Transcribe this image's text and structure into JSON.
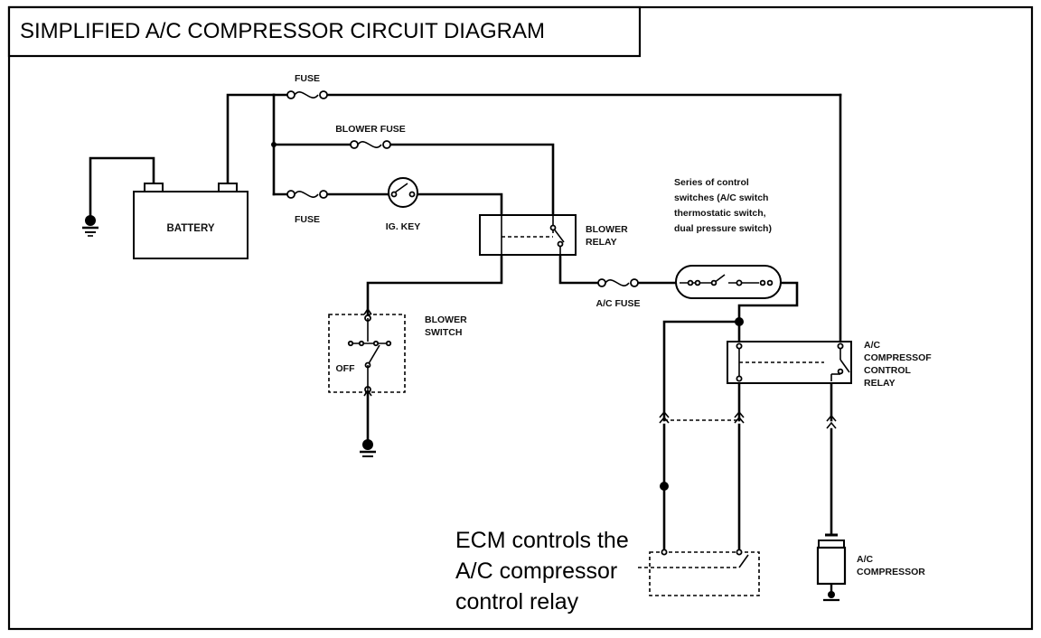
{
  "title": "SIMPLIFIED A/C COMPRESSOR CIRCUIT DIAGRAM",
  "labels": {
    "fuse_top": "FUSE",
    "blower_fuse": "BLOWER FUSE",
    "fuse_lower": "FUSE",
    "ig_key": "IG. KEY",
    "battery": "BATTERY",
    "blower_relay_1": "BLOWER",
    "blower_relay_2": "RELAY",
    "blower_switch_1": "BLOWER",
    "blower_switch_2": "SWITCH",
    "off": "OFF",
    "ac_fuse": "A/C FUSE",
    "control_switches": [
      "Series of control",
      "switches (A/C switch",
      "thermostatic switch,",
      "dual pressure switch)"
    ],
    "compressor_relay": [
      "A/C",
      "COMPRESSOF",
      "CONTROL",
      "RELAY"
    ],
    "compressor": [
      "A/C",
      "COMPRESSOR"
    ],
    "ecm_note": [
      "ECM controls the",
      "A/C compressor",
      "control relay"
    ]
  }
}
